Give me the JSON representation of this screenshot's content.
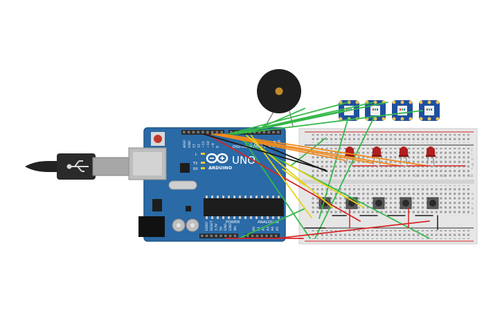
{
  "board": {
    "brand": "ARDUINO",
    "model": "UNO",
    "digital_label": "DIGITAL (PWM ~)",
    "power_label": "POWER",
    "analog_label": "ANALOG IN",
    "left_pins": [
      "AREF",
      "GND",
      "13",
      "12",
      "~11",
      "~10",
      "~9",
      "8"
    ],
    "right_pins": [
      "7",
      "~6",
      "~5",
      "4",
      "~3",
      "2",
      "TX▸1",
      "RX◂0"
    ],
    "power_pins": [
      "IOREF",
      "RESET",
      "3.3V",
      "5V",
      "GND",
      "GND",
      "Vin"
    ],
    "analog_pins": [
      "A0",
      "A1",
      "A2",
      "A3",
      "A4",
      "A5"
    ],
    "led_labels": [
      "L",
      "TX",
      "RX"
    ],
    "colors": {
      "pcb": "#2a6aa6",
      "header": "#2b2b2b",
      "chip": "#1d1d1d",
      "reset": "#c0392b"
    }
  },
  "breadboard": {
    "row_letters": [
      "j",
      "i",
      "h",
      "g",
      "f",
      "e",
      "d",
      "c",
      "b",
      "a"
    ],
    "column_count": 30,
    "colors": {
      "body": "#e6e6e6",
      "rail_red": "#d62424",
      "rail_blue": "#333333"
    }
  },
  "components": {
    "buzzer": {
      "type": "piezo",
      "color": "#1f1f1f"
    },
    "leds": {
      "count": 4,
      "color": "#b01f1f"
    },
    "pushbuttons": {
      "count": 5
    },
    "neopixels": {
      "count": 4,
      "color": "#1f4fa0"
    },
    "usb_cable": {
      "color": "#2a2a2a"
    }
  },
  "wire_colors": {
    "green": "#35b84a",
    "orange": "#f08a1c",
    "red": "#d62424",
    "yellow": "#e6d21a",
    "black": "#1a1a1a"
  }
}
